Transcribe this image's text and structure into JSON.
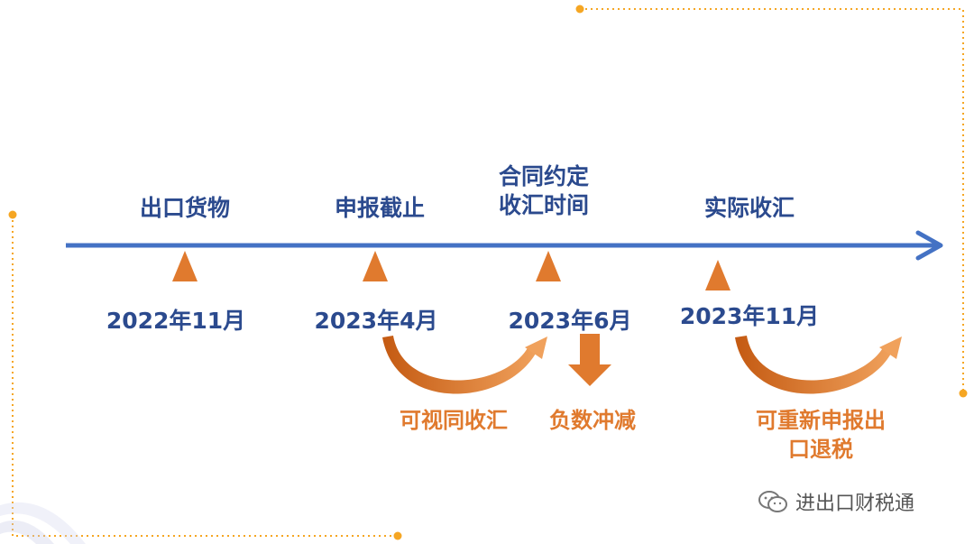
{
  "timeline": {
    "events": [
      {
        "label": "出口货物",
        "date": "2022年11月"
      },
      {
        "label": "申报截止",
        "date": "2023年4月"
      },
      {
        "label": "合同约定收汇时间",
        "label_lines": [
          "合同约定",
          "收汇时间"
        ],
        "date": "2023年6月"
      },
      {
        "label": "实际收汇",
        "date": "2023年11月"
      }
    ],
    "notes": [
      {
        "text": "可视同收汇"
      },
      {
        "text": "负数冲减"
      },
      {
        "text": "可重新申报出口退税",
        "lines": [
          "可重新申报出",
          "口退税"
        ]
      }
    ]
  },
  "watermark": {
    "text": "进出口财税通",
    "icon": "wechat-icon"
  },
  "colors": {
    "axis": "#4472c4",
    "event_text": "#2b4a8e",
    "accent": "#e07a2e",
    "border": "#f5a623"
  }
}
